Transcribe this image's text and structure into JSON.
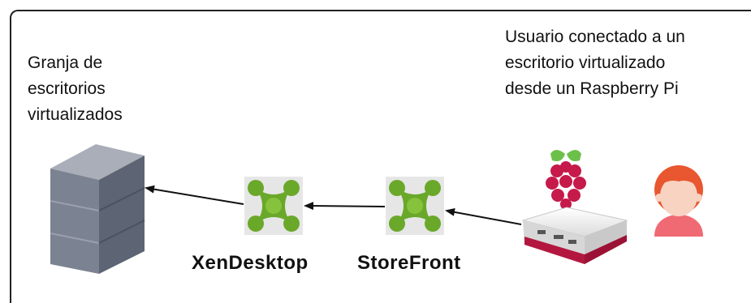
{
  "labels": {
    "farm": [
      "Granja de",
      "escritorios",
      "virtualizados"
    ],
    "user": [
      "Usuario conectado a un",
      "escritorio virtualizado",
      "desde un Raspberry Pi"
    ],
    "xendesktop": "XenDesktop",
    "storefront": "StoreFront"
  },
  "icons": {
    "server": "server-icon",
    "xendesktop": "citrix-x-icon",
    "storefront": "citrix-x-icon",
    "raspberry": "raspberry-pi-logo-icon",
    "case": "raspberry-pi-case-icon",
    "user": "user-avatar-icon"
  },
  "colors": {
    "citrix_green": "#6aa82a",
    "raspberry_red": "#c51a4a",
    "leaf_green": "#6cc04a",
    "server_gray": "#6e7584",
    "avatar_hair": "#e8572f"
  }
}
